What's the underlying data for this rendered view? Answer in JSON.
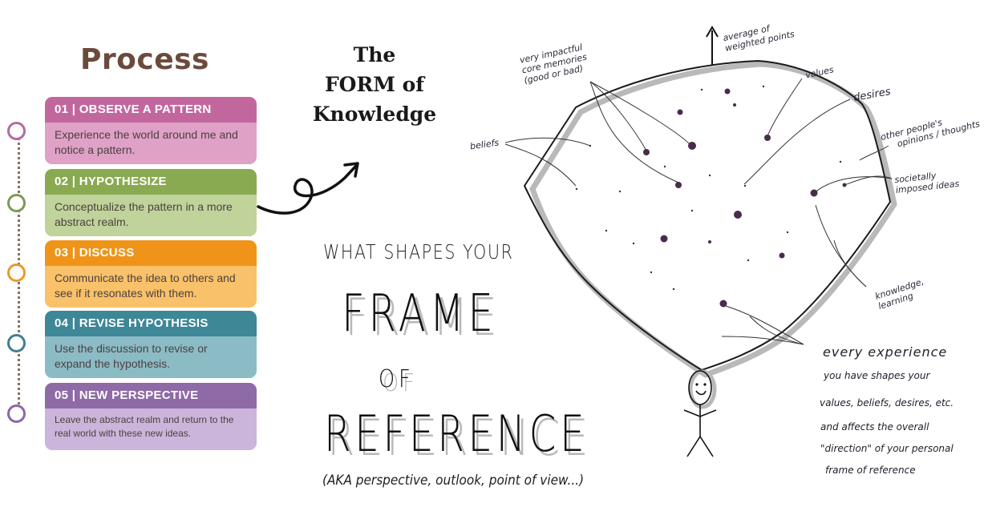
{
  "process": {
    "title": "Process",
    "steps": [
      {
        "label": "01 | OBSERVE A PATTERN",
        "text": "Experience the world around me and notice a pattern.",
        "head_color": "#c2679e",
        "body_color": "#dfa1c6",
        "dot_color": "#b36aa1"
      },
      {
        "label": "02 | HYPOTHESIZE",
        "text": "Conceptualize the pattern in a more abstract realm.",
        "head_color": "#8aaa52",
        "body_color": "#bfd39a",
        "dot_color": "#7d9a56"
      },
      {
        "label": "03 | DISCUSS",
        "text": "Communicate the idea to others and see if it resonates with them.",
        "head_color": "#ef9419",
        "body_color": "#f9c169",
        "dot_color": "#e89a2a"
      },
      {
        "label": "04 | REVISE HYPOTHESIS",
        "text": "Use the discussion to revise or expand the hypothesis.",
        "head_color": "#3e8797",
        "body_color": "#8bbbc5",
        "dot_color": "#3f7f90"
      },
      {
        "label": "05 | NEW PERSPECTIVE",
        "text": "Leave the abstract realm and return to the real world with these new ideas.",
        "head_color": "#8e6aa7",
        "body_color": "#cbb5db",
        "dot_color": "#8d66a8"
      }
    ]
  },
  "form": {
    "line1": "The",
    "line2": "FORM of",
    "line3": "Knowledge"
  },
  "sketch": {
    "heading": "WHAT SHAPES YOUR",
    "frame": "FRAME",
    "of": "OF",
    "reference": "REFERENCE",
    "aka": "(AKA perspective, outlook, point of view...)",
    "labels": {
      "average_1": "average of",
      "average_2": "weighted points",
      "memories_1": "very impactful",
      "memories_2": "core memories",
      "memories_3": "(good or bad)",
      "beliefs": "beliefs",
      "values": "values",
      "desires": "desires",
      "opinions_1": "other people's",
      "opinions_2": "opinions / thoughts",
      "societal_1": "societally",
      "societal_2": "imposed ideas",
      "knowledge_1": "knowledge,",
      "knowledge_2": "learning"
    },
    "note": [
      "every experience",
      "you have shapes your",
      "values, beliefs, desires, etc.",
      "and affects the overall",
      "\"direction\" of your personal",
      "frame of reference"
    ]
  }
}
